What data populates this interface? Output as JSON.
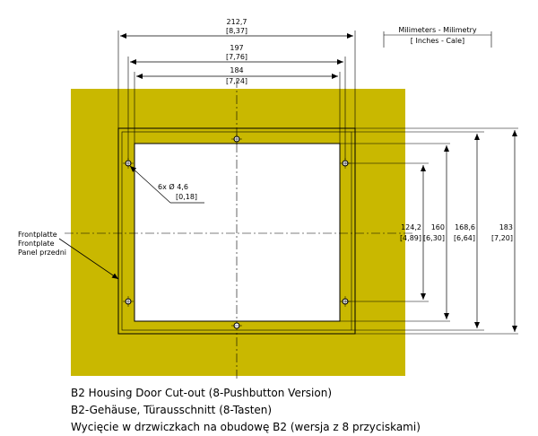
{
  "legend": {
    "line1": "Milimeters - Milimetry",
    "line2": "[ Inches - Cale]"
  },
  "dimensions": {
    "width_outer_mm": "212,7",
    "width_outer_in": "[8,37]",
    "width_mid_mm": "197",
    "width_mid_in": "[7,76]",
    "width_inner_mm": "184",
    "width_inner_in": "[7,24]",
    "height_inner_mm": "124,2",
    "height_inner_in": "[4,89]",
    "height_a_mm": "160",
    "height_a_in": "[6,30]",
    "height_b_mm": "168,6",
    "height_b_in": "[6,64]",
    "height_c_mm": "183",
    "height_c_in": "[7,20]",
    "hole_mm": "6x  Ø 4,6",
    "hole_in": "[0,18]"
  },
  "frontplate_label": {
    "line1": "Frontplatte",
    "line2": "Frontplate",
    "line3": "Panel przedni"
  },
  "caption": {
    "line1": "B2 Housing Door Cut-out (8-Pushbutton Version)",
    "line2": "B2-Gehäuse, Türausschnitt (8-Tasten)",
    "line3": "Wycięcie w drzwiczkach na obudowę B2 (wersja z 8 przyciskami)"
  },
  "colors": {
    "panel": "#c9b800",
    "cutout": "#ffffff",
    "line": "#000000"
  }
}
